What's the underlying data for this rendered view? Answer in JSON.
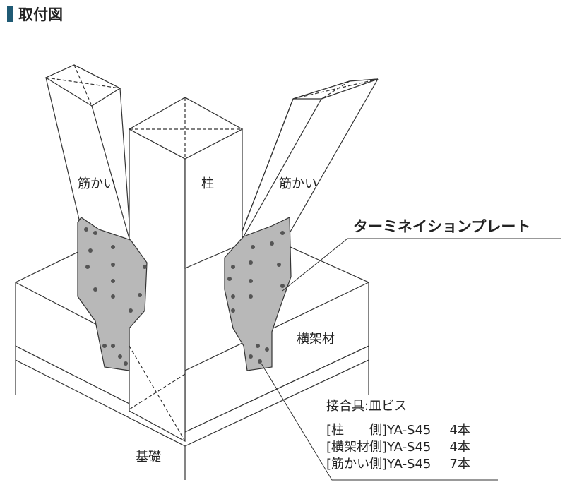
{
  "title": "取付図",
  "labels": {
    "brace_left": "筋かい",
    "column": "柱",
    "brace_right": "筋かい",
    "plate": "ターミネイションプレート",
    "beam": "横架材",
    "foundation": "基礎"
  },
  "fasteners": {
    "heading": "接合具:皿ビス",
    "rows": [
      {
        "side": "[柱　　側]",
        "model": "YA-S45",
        "count": "4本"
      },
      {
        "side": "[横架材側]",
        "model": "YA-S45",
        "count": "4本"
      },
      {
        "side": "[筋かい側]",
        "model": "YA-S45",
        "count": "7本"
      }
    ]
  },
  "colors": {
    "accent": "#1f5a74",
    "plate": "#b8b8b8"
  }
}
